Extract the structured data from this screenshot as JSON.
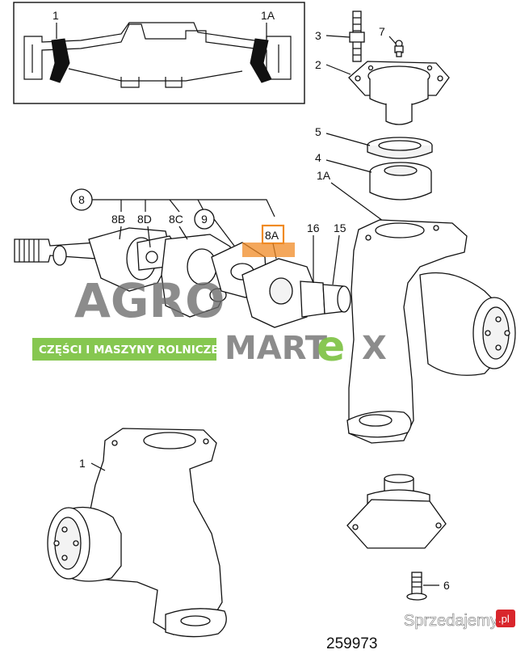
{
  "inset": {
    "labels": [
      "1",
      "1A"
    ]
  },
  "callouts": {
    "p3": "3",
    "p7": "7",
    "p2": "2",
    "p5": "5",
    "p4": "4",
    "p1A": "1A",
    "p8": "8",
    "p8B": "8B",
    "p8D": "8D",
    "p8C": "8C",
    "p9": "9",
    "p8A": "8A",
    "p16": "16",
    "p15": "15",
    "p1": "1",
    "p6": "6"
  },
  "drawing_number": "259973",
  "watermark": {
    "brand_top": "AGRO",
    "brand_mart": "MART",
    "brand_e": "e",
    "brand_x": "X",
    "tagline": "CZĘŚCI I MASZYNY ROLNICZE",
    "accent_color": "#7cc241",
    "highlight_color": "#f08a24"
  },
  "site_mark": {
    "text": "Sprzedajemy",
    "suffix": ".pl",
    "badge_color": "#d9262c"
  }
}
